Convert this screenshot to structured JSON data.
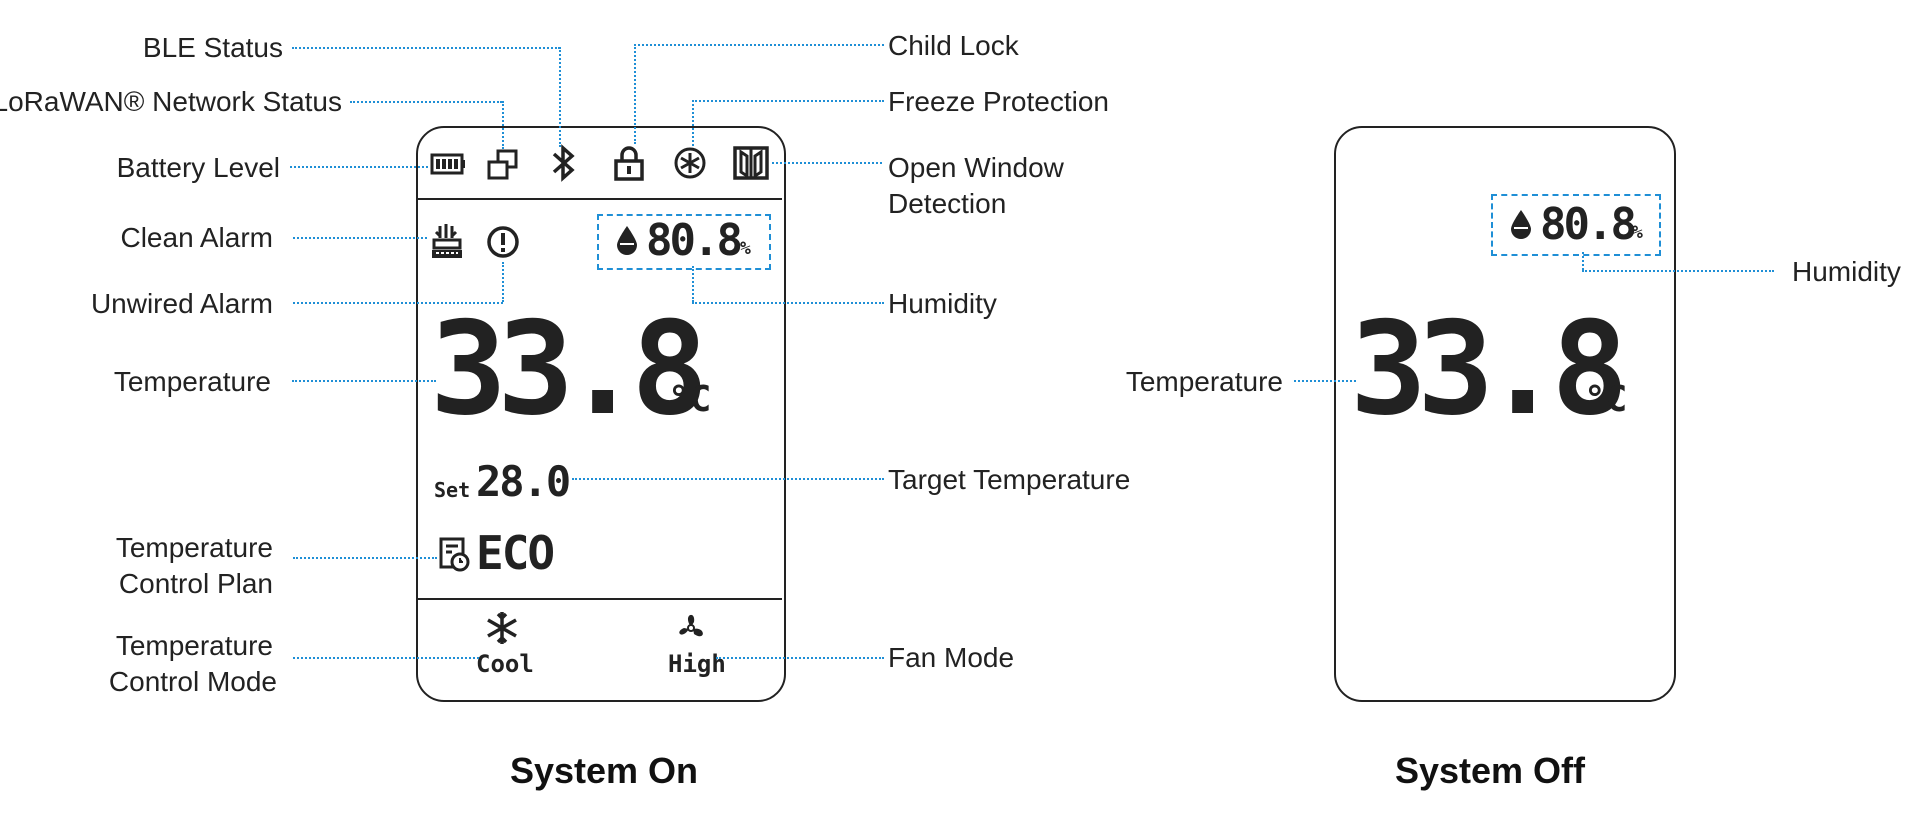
{
  "labels": {
    "ble_status": "BLE Status",
    "lorawan_status": "LoRaWAN® Network Status",
    "battery_level": "Battery Level",
    "clean_alarm": "Clean Alarm",
    "unwired_alarm": "Unwired Alarm",
    "temperature": "Temperature",
    "temp_control_plan_line1": "Temperature",
    "temp_control_plan_line2": "Control Plan",
    "temp_control_mode_line1": "Temperature",
    "temp_control_mode_line2": "Control Mode",
    "child_lock": "Child Lock",
    "freeze_protection": "Freeze Protection",
    "open_window_line1": "Open Window",
    "open_window_line2": "Detection",
    "humidity": "Humidity",
    "target_temperature": "Target Temperature",
    "fan_mode": "Fan Mode",
    "off_humidity": "Humidity",
    "off_temperature": "Temperature"
  },
  "system_on": {
    "caption": "System On",
    "humidity_value": "80.8",
    "humidity_unit": "%",
    "temperature_value": "33.8",
    "temperature_unit": "°C",
    "set_label": "Set",
    "set_value": "28.0",
    "plan_value": "ECO",
    "mode_value": "Cool",
    "fan_value": "High"
  },
  "system_off": {
    "caption": "System Off",
    "humidity_value": "80.8",
    "humidity_unit": "%",
    "temperature_value": "33.8",
    "temperature_unit": "°C"
  },
  "icons": [
    "battery-icon",
    "lorawan-network-icon",
    "bluetooth-icon",
    "lock-icon",
    "snowflake-shield-icon",
    "open-window-icon",
    "clean-alarm-icon",
    "exclamation-circle-icon",
    "droplet-icon",
    "schedule-icon",
    "snowflake-icon",
    "fan-icon"
  ],
  "colors": {
    "leader": "#1f8fd6",
    "ink": "#222222"
  }
}
